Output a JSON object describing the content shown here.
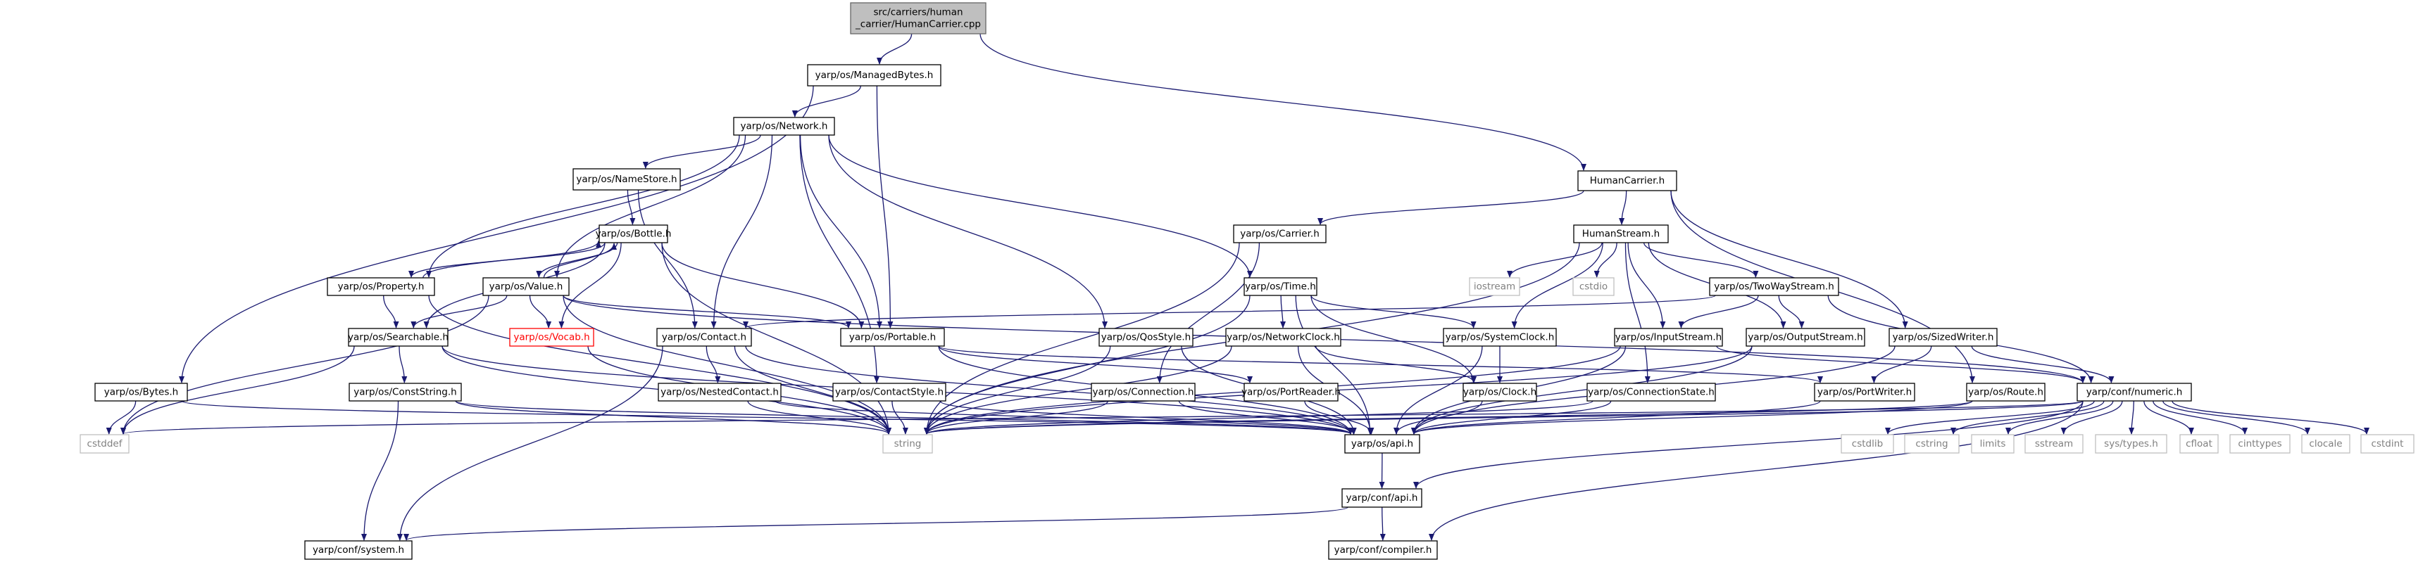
{
  "colors": {
    "edge": "#191970",
    "node_border": "#000000",
    "node_fill": "#ffffff",
    "root_fill": "#bfbfbf",
    "root_border": "#666666",
    "system_header_border": "#bfbfbf",
    "system_header_text": "#808080",
    "missing_border": "#ff0000",
    "missing_text": "#ff0000"
  },
  "nodes": [
    {
      "id": "root",
      "lines": [
        "src/carriers/human",
        "_carrier/HumanCarrier.cpp"
      ],
      "kind": "root"
    },
    {
      "id": "managedbytes",
      "lines": [
        "yarp/os/ManagedBytes.h"
      ],
      "kind": "normal"
    },
    {
      "id": "network",
      "lines": [
        "yarp/os/Network.h"
      ],
      "kind": "normal"
    },
    {
      "id": "humancarrier",
      "lines": [
        "HumanCarrier.h"
      ],
      "kind": "normal"
    },
    {
      "id": "namestore",
      "lines": [
        "yarp/os/NameStore.h"
      ],
      "kind": "normal"
    },
    {
      "id": "bottle",
      "lines": [
        "yarp/os/Bottle.h"
      ],
      "kind": "normal"
    },
    {
      "id": "property",
      "lines": [
        "yarp/os/Property.h"
      ],
      "kind": "normal"
    },
    {
      "id": "value",
      "lines": [
        "yarp/os/Value.h"
      ],
      "kind": "normal"
    },
    {
      "id": "searchable",
      "lines": [
        "yarp/os/Searchable.h"
      ],
      "kind": "normal"
    },
    {
      "id": "vocab",
      "lines": [
        "yarp/os/Vocab.h"
      ],
      "kind": "missing"
    },
    {
      "id": "contact",
      "lines": [
        "yarp/os/Contact.h"
      ],
      "kind": "normal"
    },
    {
      "id": "portable",
      "lines": [
        "yarp/os/Portable.h"
      ],
      "kind": "normal"
    },
    {
      "id": "conststring",
      "lines": [
        "yarp/os/ConstString.h"
      ],
      "kind": "normal"
    },
    {
      "id": "nestedcontact",
      "lines": [
        "yarp/os/NestedContact.h"
      ],
      "kind": "normal"
    },
    {
      "id": "contactstyle",
      "lines": [
        "yarp/os/ContactStyle.h"
      ],
      "kind": "normal"
    },
    {
      "id": "bytes",
      "lines": [
        "yarp/os/Bytes.h"
      ],
      "kind": "normal"
    },
    {
      "id": "carrier",
      "lines": [
        "yarp/os/Carrier.h"
      ],
      "kind": "normal"
    },
    {
      "id": "time",
      "lines": [
        "yarp/os/Time.h"
      ],
      "kind": "normal"
    },
    {
      "id": "qosstyle",
      "lines": [
        "yarp/os/QosStyle.h"
      ],
      "kind": "normal"
    },
    {
      "id": "networkclock",
      "lines": [
        "yarp/os/NetworkClock.h"
      ],
      "kind": "normal"
    },
    {
      "id": "connection",
      "lines": [
        "yarp/os/Connection.h"
      ],
      "kind": "normal"
    },
    {
      "id": "portreader",
      "lines": [
        "yarp/os/PortReader.h"
      ],
      "kind": "normal"
    },
    {
      "id": "humanstream",
      "lines": [
        "HumanStream.h"
      ],
      "kind": "normal"
    },
    {
      "id": "systemclock",
      "lines": [
        "yarp/os/SystemClock.h"
      ],
      "kind": "normal"
    },
    {
      "id": "clock",
      "lines": [
        "yarp/os/Clock.h"
      ],
      "kind": "normal"
    },
    {
      "id": "twowaystream",
      "lines": [
        "yarp/os/TwoWayStream.h"
      ],
      "kind": "normal"
    },
    {
      "id": "inputstream",
      "lines": [
        "yarp/os/InputStream.h"
      ],
      "kind": "normal"
    },
    {
      "id": "outputstream",
      "lines": [
        "yarp/os/OutputStream.h"
      ],
      "kind": "normal"
    },
    {
      "id": "connectionstate",
      "lines": [
        "yarp/os/ConnectionState.h"
      ],
      "kind": "normal"
    },
    {
      "id": "sizedwriter",
      "lines": [
        "yarp/os/SizedWriter.h"
      ],
      "kind": "normal"
    },
    {
      "id": "portwriter",
      "lines": [
        "yarp/os/PortWriter.h"
      ],
      "kind": "normal"
    },
    {
      "id": "route",
      "lines": [
        "yarp/os/Route.h"
      ],
      "kind": "normal"
    },
    {
      "id": "numeric",
      "lines": [
        "yarp/conf/numeric.h"
      ],
      "kind": "normal"
    },
    {
      "id": "osapi",
      "lines": [
        "yarp/os/api.h"
      ],
      "kind": "normal"
    },
    {
      "id": "confapi",
      "lines": [
        "yarp/conf/api.h"
      ],
      "kind": "normal"
    },
    {
      "id": "confsystem",
      "lines": [
        "yarp/conf/system.h"
      ],
      "kind": "normal"
    },
    {
      "id": "confcompiler",
      "lines": [
        "yarp/conf/compiler.h"
      ],
      "kind": "normal"
    },
    {
      "id": "iostream",
      "lines": [
        "iostream"
      ],
      "kind": "system"
    },
    {
      "id": "cstdio",
      "lines": [
        "cstdio"
      ],
      "kind": "system"
    },
    {
      "id": "cstddef",
      "lines": [
        "cstddef"
      ],
      "kind": "system"
    },
    {
      "id": "string",
      "lines": [
        "string"
      ],
      "kind": "system"
    },
    {
      "id": "cstdlib",
      "lines": [
        "cstdlib"
      ],
      "kind": "system"
    },
    {
      "id": "cstring",
      "lines": [
        "cstring"
      ],
      "kind": "system"
    },
    {
      "id": "limits",
      "lines": [
        "limits"
      ],
      "kind": "system"
    },
    {
      "id": "sstream",
      "lines": [
        "sstream"
      ],
      "kind": "system"
    },
    {
      "id": "systypes",
      "lines": [
        "sys/types.h"
      ],
      "kind": "system"
    },
    {
      "id": "cfloat",
      "lines": [
        "cfloat"
      ],
      "kind": "system"
    },
    {
      "id": "cinttypes",
      "lines": [
        "cinttypes"
      ],
      "kind": "system"
    },
    {
      "id": "clocale",
      "lines": [
        "clocale"
      ],
      "kind": "system"
    },
    {
      "id": "cstdint",
      "lines": [
        "cstdint"
      ],
      "kind": "system"
    }
  ],
  "edges": [
    [
      "root",
      "managedbytes"
    ],
    [
      "root",
      "humancarrier"
    ],
    [
      "managedbytes",
      "network"
    ],
    [
      "managedbytes",
      "bytes"
    ],
    [
      "managedbytes",
      "portable"
    ],
    [
      "network",
      "namestore"
    ],
    [
      "network",
      "property"
    ],
    [
      "network",
      "value"
    ],
    [
      "network",
      "contact"
    ],
    [
      "network",
      "portable"
    ],
    [
      "network",
      "contactstyle"
    ],
    [
      "network",
      "qosstyle"
    ],
    [
      "network",
      "time"
    ],
    [
      "namestore",
      "bottle"
    ],
    [
      "namestore",
      "contact"
    ],
    [
      "bottle",
      "property"
    ],
    [
      "bottle",
      "value"
    ],
    [
      "bottle",
      "vocab"
    ],
    [
      "bottle",
      "portable"
    ],
    [
      "bottle",
      "searchable"
    ],
    [
      "bottle",
      "string"
    ],
    [
      "property",
      "bottle"
    ],
    [
      "property",
      "searchable"
    ],
    [
      "property",
      "string"
    ],
    [
      "value",
      "bottle"
    ],
    [
      "value",
      "searchable"
    ],
    [
      "value",
      "vocab"
    ],
    [
      "value",
      "portable"
    ],
    [
      "value",
      "string"
    ],
    [
      "value",
      "cstddef"
    ],
    [
      "value",
      "numeric"
    ],
    [
      "searchable",
      "conststring"
    ],
    [
      "searchable",
      "string"
    ],
    [
      "searchable",
      "osapi"
    ],
    [
      "searchable",
      "cstddef"
    ],
    [
      "vocab",
      "string"
    ],
    [
      "contact",
      "nestedcontact"
    ],
    [
      "contact",
      "string"
    ],
    [
      "contact",
      "confsystem"
    ],
    [
      "contact",
      "osapi"
    ],
    [
      "portable",
      "portreader"
    ],
    [
      "portable",
      "portwriter"
    ],
    [
      "portable",
      "osapi"
    ],
    [
      "conststring",
      "string"
    ],
    [
      "conststring",
      "confsystem"
    ],
    [
      "conststring",
      "osapi"
    ],
    [
      "nestedcontact",
      "string"
    ],
    [
      "nestedcontact",
      "osapi"
    ],
    [
      "contactstyle",
      "string"
    ],
    [
      "contactstyle",
      "osapi"
    ],
    [
      "bytes",
      "cstddef"
    ],
    [
      "bytes",
      "osapi"
    ],
    [
      "humancarrier",
      "carrier"
    ],
    [
      "humancarrier",
      "humanstream"
    ],
    [
      "humancarrier",
      "sizedwriter"
    ],
    [
      "humancarrier",
      "route"
    ],
    [
      "carrier",
      "connection"
    ],
    [
      "carrier",
      "string"
    ],
    [
      "time",
      "networkclock"
    ],
    [
      "time",
      "systemclock"
    ],
    [
      "time",
      "clock"
    ],
    [
      "time",
      "osapi"
    ],
    [
      "time",
      "string"
    ],
    [
      "qosstyle",
      "string"
    ],
    [
      "qosstyle",
      "osapi"
    ],
    [
      "networkclock",
      "clock"
    ],
    [
      "networkclock",
      "string"
    ],
    [
      "networkclock",
      "osapi"
    ],
    [
      "connection",
      "string"
    ],
    [
      "connection",
      "osapi"
    ],
    [
      "portreader",
      "osapi"
    ],
    [
      "humanstream",
      "twowaystream"
    ],
    [
      "humanstream",
      "iostream"
    ],
    [
      "humanstream",
      "cstdio"
    ],
    [
      "humanstream",
      "systemclock"
    ],
    [
      "humanstream",
      "inputstream"
    ],
    [
      "humanstream",
      "outputstream"
    ],
    [
      "humanstream",
      "connectionstate"
    ],
    [
      "humanstream",
      "string"
    ],
    [
      "twowaystream",
      "contact"
    ],
    [
      "twowaystream",
      "inputstream"
    ],
    [
      "twowaystream",
      "outputstream"
    ],
    [
      "twowaystream",
      "numeric"
    ],
    [
      "systemclock",
      "clock"
    ],
    [
      "systemclock",
      "osapi"
    ],
    [
      "clock",
      "osapi"
    ],
    [
      "inputstream",
      "numeric"
    ],
    [
      "inputstream",
      "string"
    ],
    [
      "inputstream",
      "osapi"
    ],
    [
      "outputstream",
      "string"
    ],
    [
      "outputstream",
      "osapi"
    ],
    [
      "connectionstate",
      "string"
    ],
    [
      "connectionstate",
      "osapi"
    ],
    [
      "sizedwriter",
      "portwriter"
    ],
    [
      "sizedwriter",
      "numeric"
    ],
    [
      "sizedwriter",
      "osapi"
    ],
    [
      "portwriter",
      "osapi"
    ],
    [
      "route",
      "string"
    ],
    [
      "route",
      "osapi"
    ],
    [
      "numeric",
      "cstddef"
    ],
    [
      "numeric",
      "cstdlib"
    ],
    [
      "numeric",
      "cstring"
    ],
    [
      "numeric",
      "limits"
    ],
    [
      "numeric",
      "sstream"
    ],
    [
      "numeric",
      "systypes"
    ],
    [
      "numeric",
      "cfloat"
    ],
    [
      "numeric",
      "cinttypes"
    ],
    [
      "numeric",
      "clocale"
    ],
    [
      "numeric",
      "cstdint"
    ],
    [
      "numeric",
      "string"
    ],
    [
      "numeric",
      "confapi"
    ],
    [
      "numeric",
      "confcompiler"
    ],
    [
      "osapi",
      "confapi"
    ],
    [
      "confapi",
      "confsystem"
    ],
    [
      "confapi",
      "confcompiler"
    ]
  ]
}
